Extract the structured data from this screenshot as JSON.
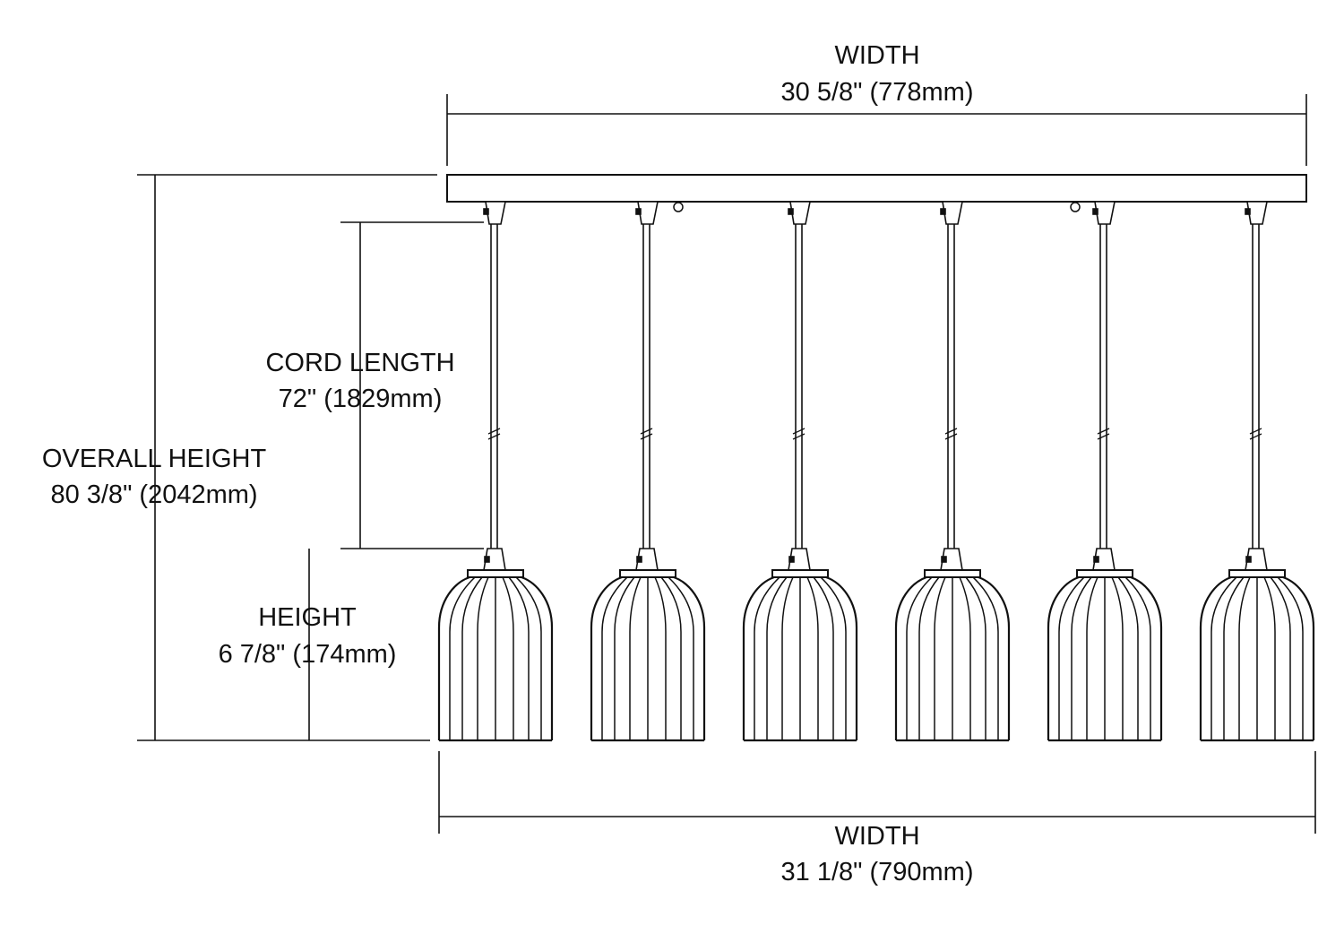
{
  "dimensions": {
    "top_width": {
      "label": "WIDTH",
      "value": "30 5/8\" (778mm)"
    },
    "cord_length": {
      "label": "CORD LENGTH",
      "value": "72\" (1829mm)"
    },
    "overall_height": {
      "label": "OVERALL HEIGHT",
      "value": "80 3/8\" (2042mm)"
    },
    "shade_height": {
      "label": "HEIGHT",
      "value": "6 7/8\" (174mm)"
    },
    "bottom_width": {
      "label": "WIDTH",
      "value": "31 1/8\" (790mm)"
    }
  },
  "pendant_count": 6,
  "line_color": "#111111"
}
